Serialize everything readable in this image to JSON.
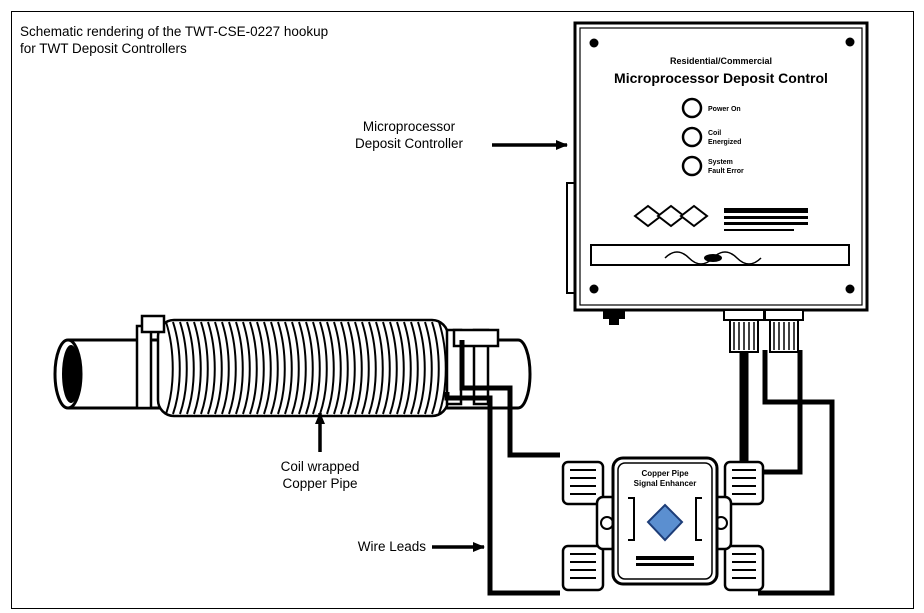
{
  "caption": {
    "line1": "Schematic rendering of the TWT-CSE-0227 hookup",
    "line2": "for TWT Deposit Controllers"
  },
  "labels": {
    "controller_line1": "Microprocessor",
    "controller_line2": "Deposit Controller",
    "coil_line1": "Coil wrapped",
    "coil_line2": "Copper Pipe",
    "wire_leads": "Wire Leads"
  },
  "controller_box": {
    "subtitle": "Residential/Commercial",
    "title": "Microprocessor Deposit Control",
    "indicators": [
      {
        "line1": "Power On",
        "line2": ""
      },
      {
        "line1": "Coil",
        "line2": "Energized"
      },
      {
        "line1": "System",
        "line2": "Fault Error"
      }
    ]
  },
  "signal_box": {
    "line1": "Copper Pipe",
    "line2": "Signal Enhancer"
  }
}
